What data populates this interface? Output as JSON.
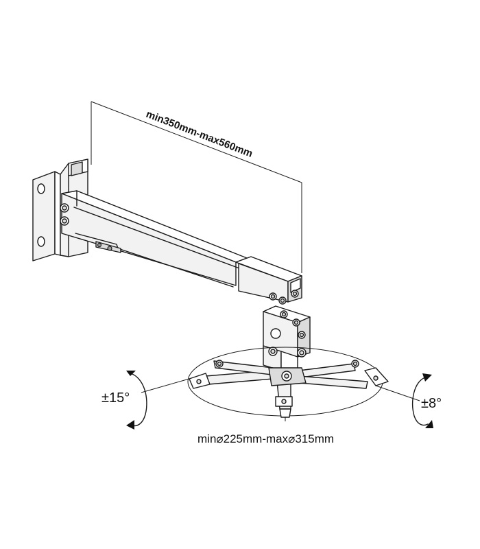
{
  "labels": {
    "arm_length": "min350mm-max560mm",
    "tilt_left": "±15°",
    "tilt_right": "±8°",
    "plate_diameter": "min⌀225mm-max⌀315mm"
  }
}
